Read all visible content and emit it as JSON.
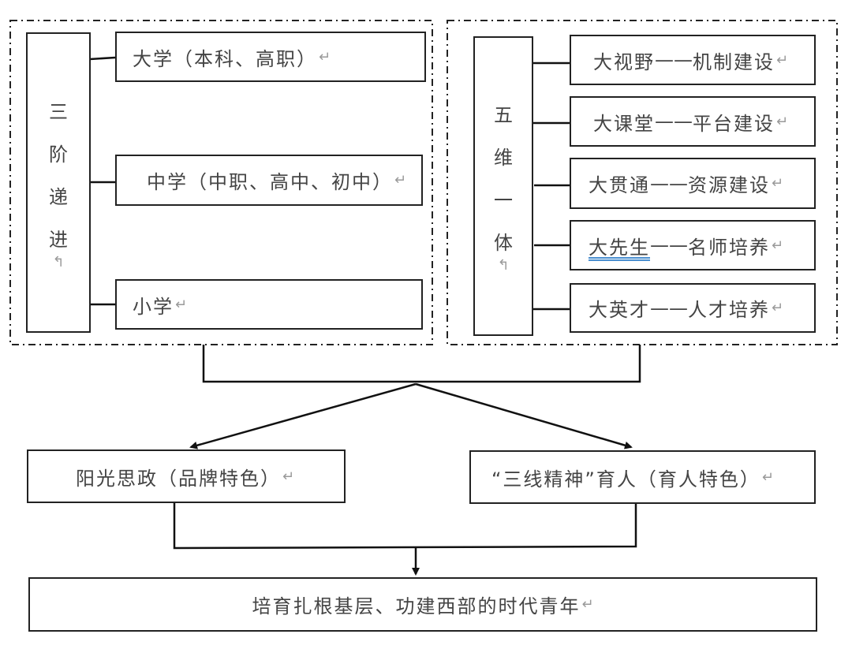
{
  "left_group": {
    "title_chars": [
      "三",
      "阶",
      "递",
      "进"
    ],
    "items": [
      {
        "label": "大学（本科、高职）"
      },
      {
        "label": "中学（中职、高中、初中）"
      },
      {
        "label": "小学"
      }
    ]
  },
  "right_group": {
    "title_chars": [
      "五",
      "维",
      "一",
      "体"
    ],
    "items": [
      {
        "prefix": "大视野",
        "dash": "——",
        "suffix": "机制建设"
      },
      {
        "prefix": "大课堂",
        "dash": "——",
        "suffix": "平台建设"
      },
      {
        "prefix": "大贯通",
        "dash": "——",
        "suffix": "资源建设"
      },
      {
        "prefix": "大先生",
        "dash": "——",
        "suffix": "名师培养"
      },
      {
        "prefix": "大英才",
        "dash": "——",
        "suffix": "人才培养"
      }
    ]
  },
  "middle": {
    "left": {
      "label": "阳光思政（品牌特色）"
    },
    "right": {
      "label": "“三线精神”育人（育人特色）"
    }
  },
  "result": {
    "label": "培育扎根基层、功建西部的时代青年"
  },
  "marks": {
    "paragraph": "↵",
    "vertical": "↰"
  }
}
